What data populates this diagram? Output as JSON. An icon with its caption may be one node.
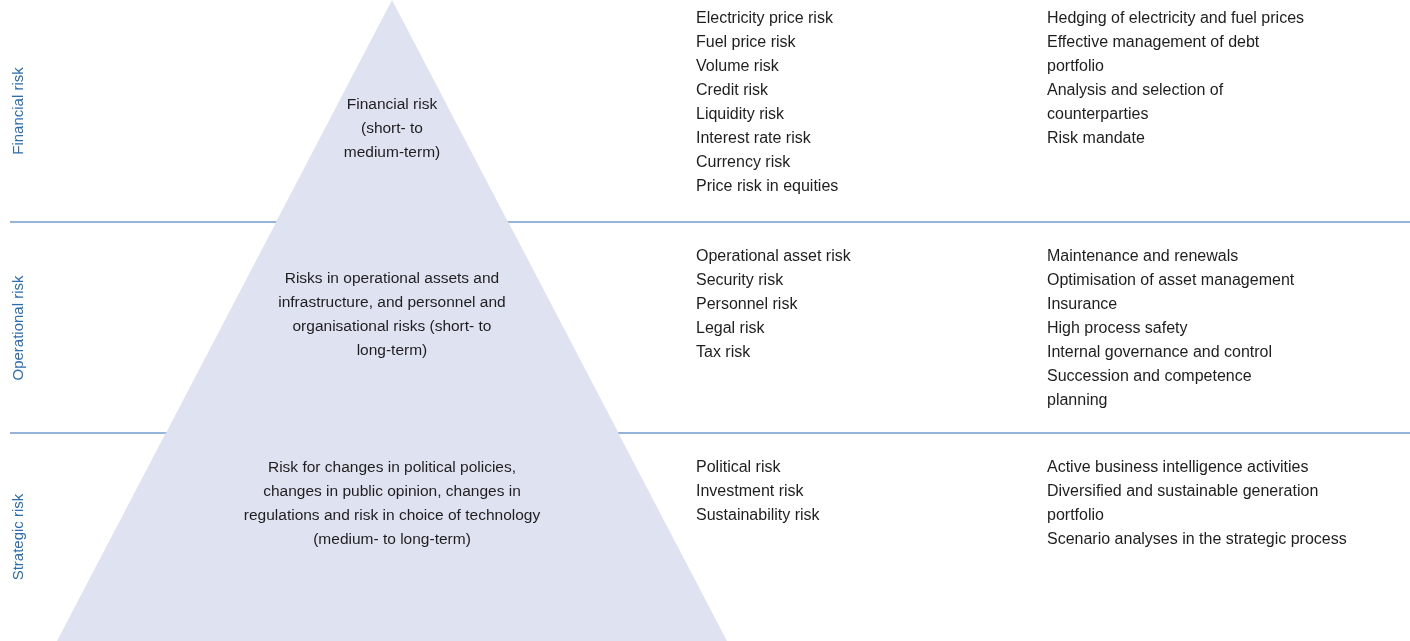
{
  "diagram": {
    "nodes": [
      {
        "text": [
          "Financial risk (short- to medium-term)"
        ]
      },
      {
        "text": [
          "Risks in operational assets and infrastructure, and personnel and organisational risks (short- to long-term)"
        ]
      },
      {
        "text": [
          "Risk for changes in political policies, changes in public opinion, changes in regulations and risk in choice of technology (medium- to long-term)"
        ]
      }
    ],
    "edges": [],
    "labels": [
      "Financial risk",
      "Electricity price risk",
      "Fuel price risk",
      "Volume risk",
      "Credit risk",
      "Liquidity risk",
      "Interest rate risk",
      "Currency risk",
      "Price risk in equities",
      "Hedging of electricity and fuel prices",
      "Effective management of debt portfolio",
      "Analysis and selection of counterparties",
      "Risk mandate",
      "Operational risk",
      "Operational asset risk",
      "Security risk",
      "Personnel risk",
      "Legal risk",
      "Tax risk",
      "Maintenance and renewals",
      "Optimisation of asset management",
      "Insurance",
      "High process safety",
      "Internal governance and control",
      "Succession and competence planning",
      "Strategic risk",
      "Political risk",
      "Investment risk",
      "Sustainability risk",
      "Active business intelligence activities",
      "Diversified and sustainable generation portfolio",
      "Scenario analyses in the strategic process"
    ]
  }
}
